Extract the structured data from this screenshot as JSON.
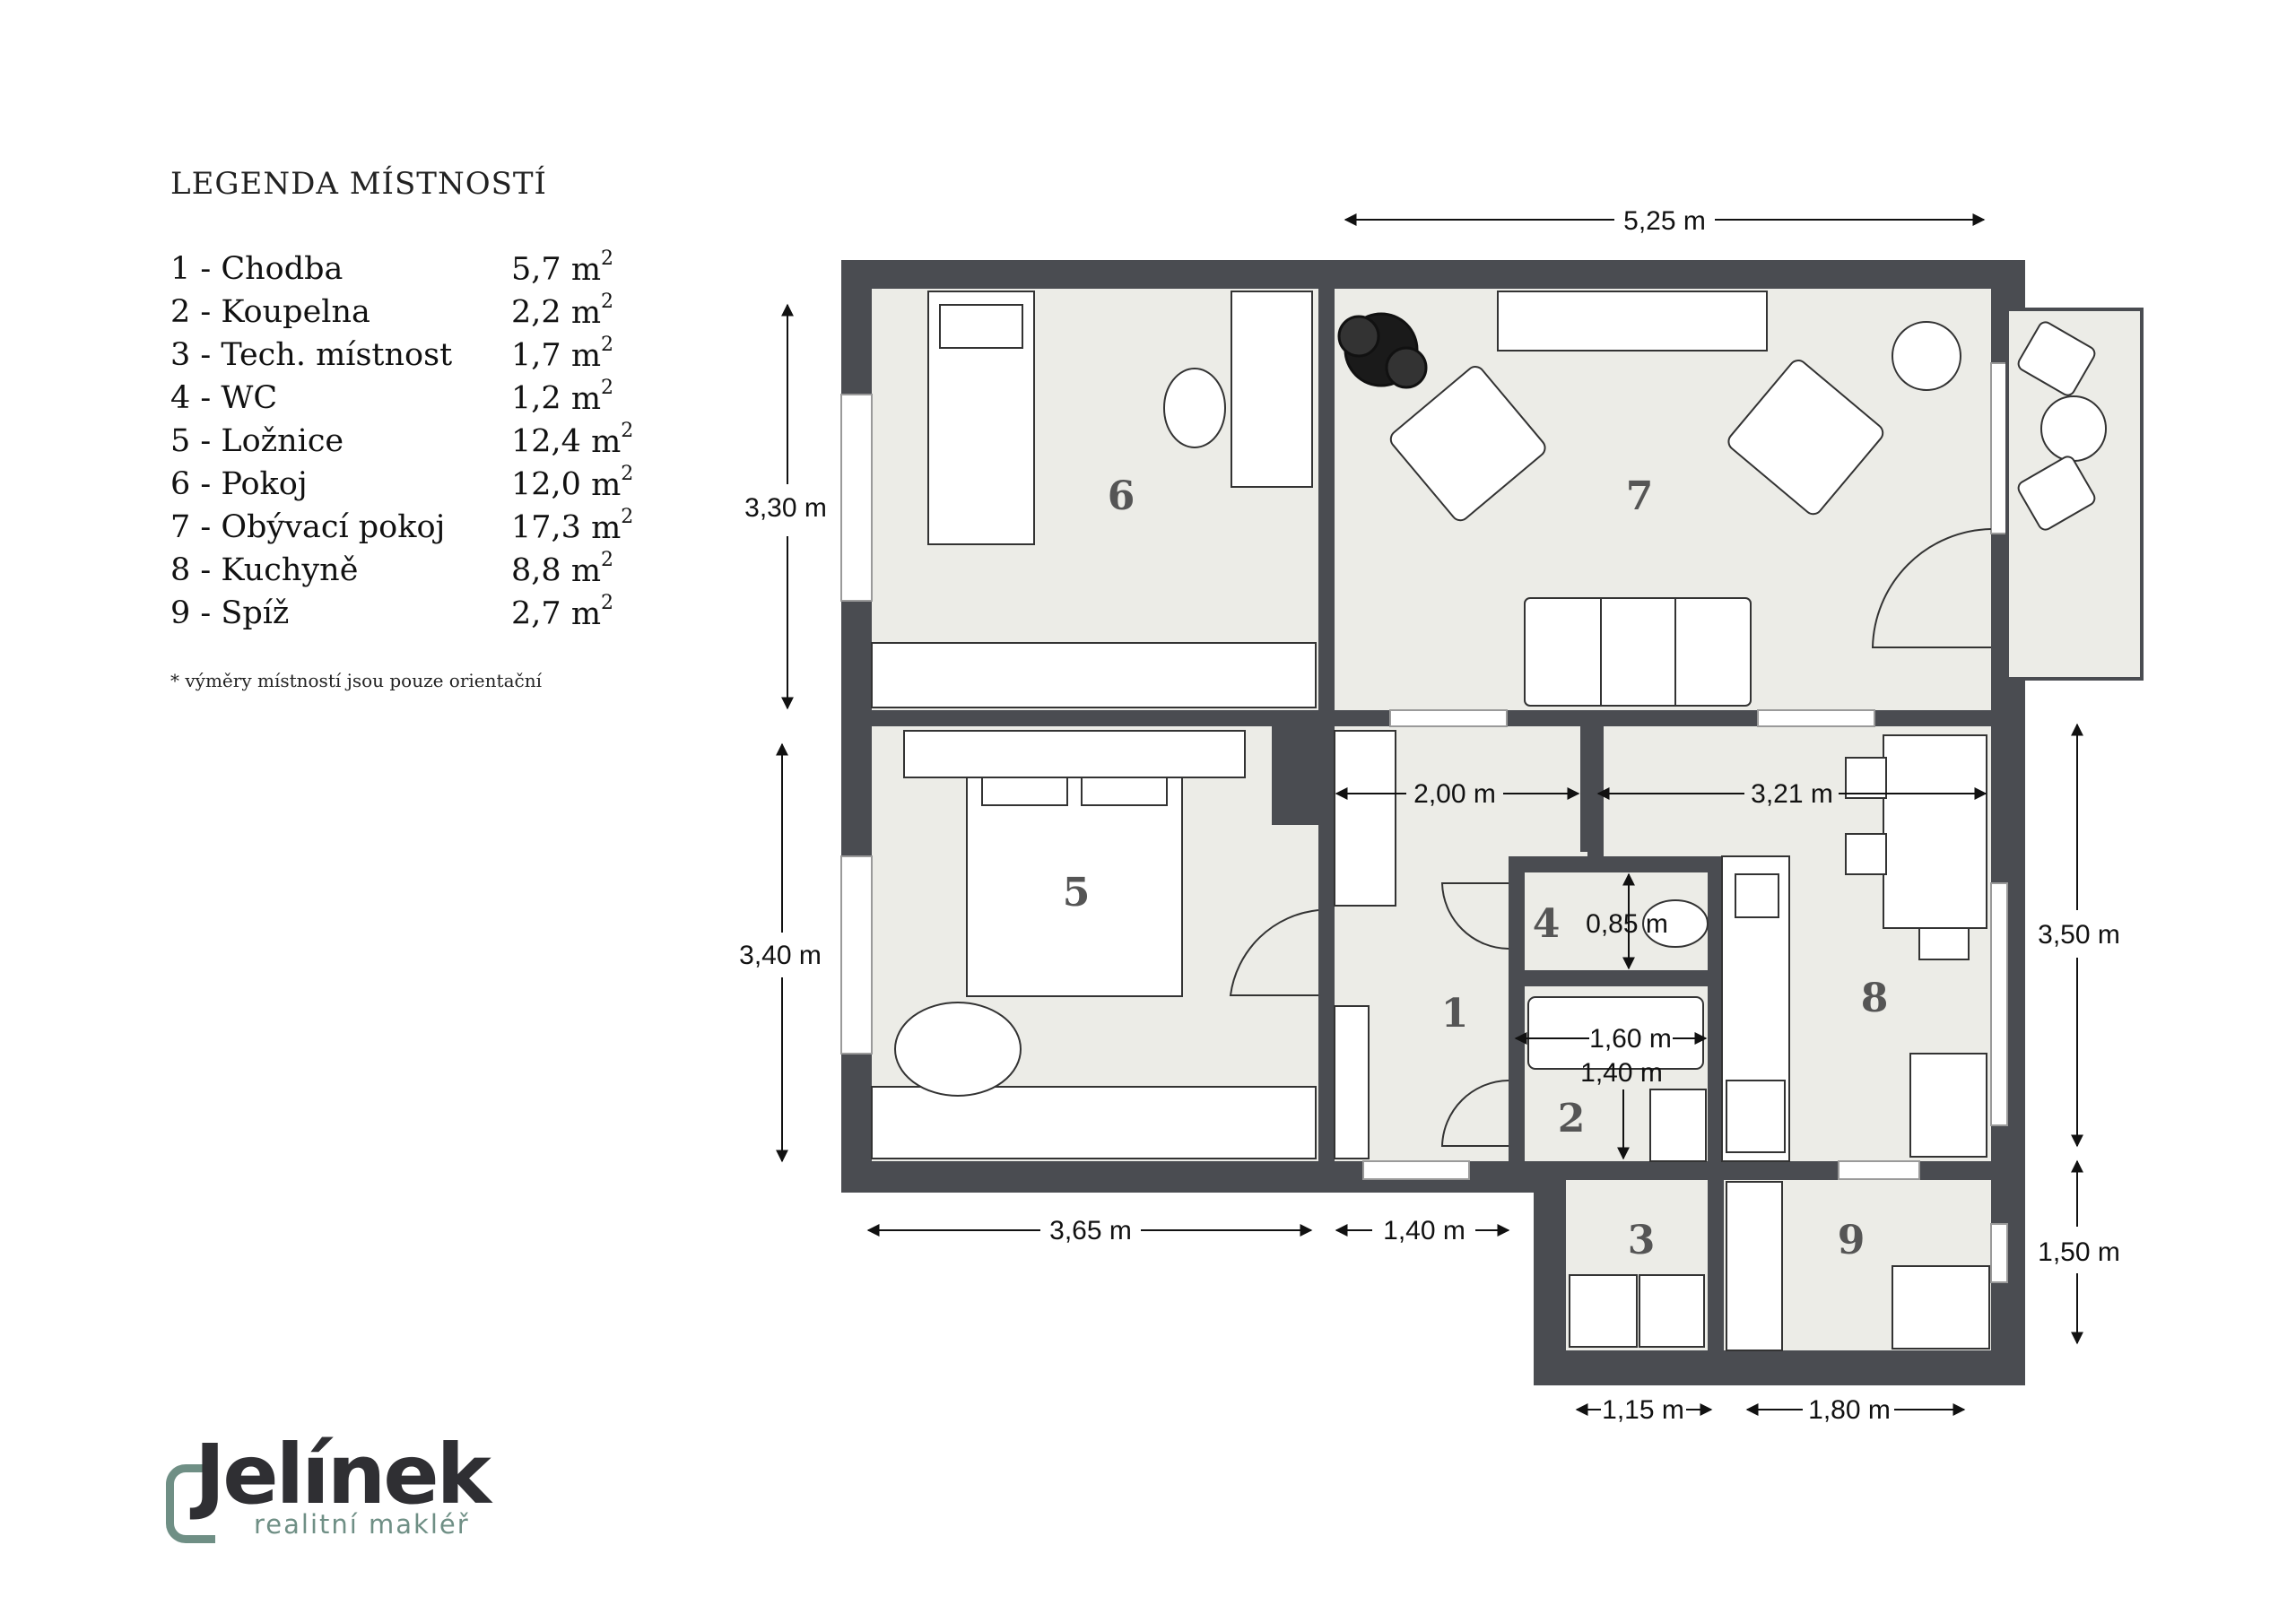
{
  "legend": {
    "title": "LEGENDA MÍSTNOSTÍ",
    "unit": "m",
    "rows": [
      {
        "name": "1 - Chodba",
        "area": "5,7"
      },
      {
        "name": "2 - Koupelna",
        "area": "2,2"
      },
      {
        "name": "3 - Tech. místnost",
        "area": "1,7"
      },
      {
        "name": "4 - WC",
        "area": "1,2"
      },
      {
        "name": "5 - Ložnice",
        "area": "12,4"
      },
      {
        "name": "6 - Pokoj",
        "area": "12,0"
      },
      {
        "name": "7 - Obývací pokoj",
        "area": "17,3"
      },
      {
        "name": "8 - Kuchyně",
        "area": "8,8"
      },
      {
        "name": "9 - Spíž",
        "area": "2,7"
      }
    ],
    "note": "* výměry místností jsou pouze orientační"
  },
  "rooms": {
    "r1": "1",
    "r2": "2",
    "r3": "3",
    "r4": "4",
    "r5": "5",
    "r6": "6",
    "r7": "7",
    "r8": "8",
    "r9": "9"
  },
  "dimensions": {
    "top": "5,25 m",
    "left_upper": "3,30 m",
    "left_lower": "3,40 m",
    "bottom_left": "3,65 m",
    "bottom_mid": "1,40 m",
    "hall_width": "2,00 m",
    "kitchen_width": "3,21 m",
    "wc_height": "0,85 m",
    "bath_width": "1,60 m",
    "bath_height": "1,40 m",
    "right_upper": "3,50 m",
    "right_lower": "1,50 m",
    "bottom_tech": "1,15 m",
    "bottom_pantry": "1,80 m"
  },
  "logo": {
    "name": "Jelínek",
    "tagline": "realitní makléř"
  },
  "colors": {
    "wall": "#4a4c51",
    "floor": "#ecece7",
    "furniture": "#ffffff",
    "accent": "#6f8f85"
  }
}
